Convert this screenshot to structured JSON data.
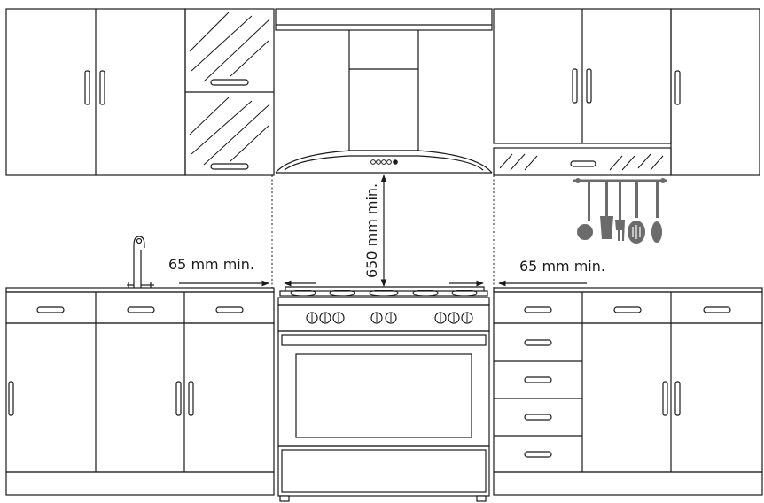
{
  "diagram": {
    "labels": {
      "left_clearance": "65 mm min.",
      "right_clearance": "65 mm min.",
      "vertical_clearance": "650 mm min."
    },
    "colors": {
      "line": "#1a1a1a",
      "background": "#ffffff",
      "utensils": "#6b6b6b"
    },
    "icons": [
      "range-cooker-icon",
      "chimney-hood-icon",
      "sink-faucet-icon",
      "utensil-rail-icon"
    ]
  }
}
